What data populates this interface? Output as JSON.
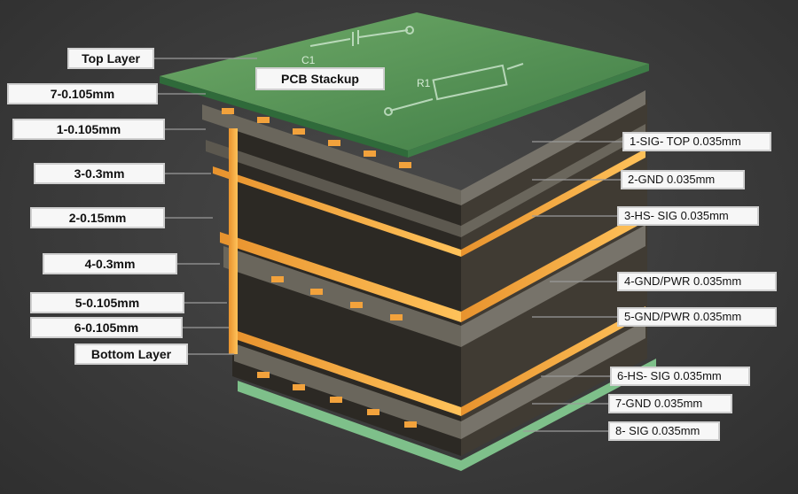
{
  "title": "PCB Stackup",
  "left_labels": {
    "top_layer": "Top Layer",
    "l7": "7-0.105mm",
    "l1": "1-0.105mm",
    "l3": "3-0.3mm",
    "l2": "2-0.15mm",
    "l4": "4-0.3mm",
    "l5": "5-0.105mm",
    "l6": "6-0.105mm",
    "bottom_layer": "Bottom Layer"
  },
  "right_labels": {
    "r1": "1-SIG- TOP 0.035mm",
    "r2": "2-GND 0.035mm",
    "r3": "3-HS- SIG 0.035mm",
    "r4": "4-GND/PWR 0.035mm",
    "r5": "5-GND/PWR 0.035mm",
    "r6": "6-HS- SIG 0.035mm",
    "r7": "7-GND 0.035mm",
    "r8": "8- SIG 0.035mm"
  },
  "silkscreen": {
    "r1": "R1",
    "c1": "C1"
  },
  "colors": {
    "green_board": "#5f9a5a",
    "copper": "#f0a040",
    "core": "#3a362f",
    "prepreg": "#5e5a52",
    "background": "#3a3a3a"
  }
}
